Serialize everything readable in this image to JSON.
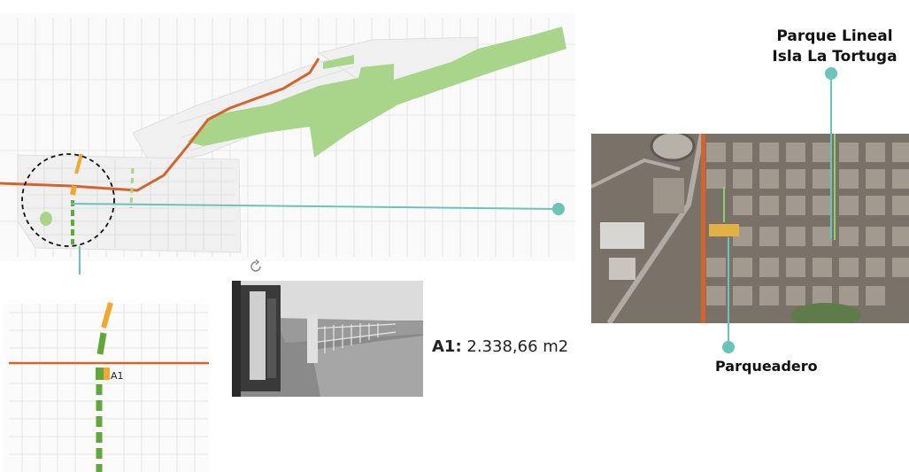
{
  "labels": {
    "parque_line1": "Parque Lineal",
    "parque_line2": "Isla La Tortuga",
    "parqueadero": "Parqueadero",
    "area_key": "A1:",
    "area_value": "2.338,66 m2",
    "zone_tag": "A1"
  },
  "colors": {
    "park_green": "#a8d58a",
    "road_orange": "#d3642a",
    "path_yellow": "#f0a830",
    "dark_green": "#5fa83c",
    "leader_teal": "#6cc4b8"
  },
  "icons": {
    "rotate": "rotate-icon"
  }
}
